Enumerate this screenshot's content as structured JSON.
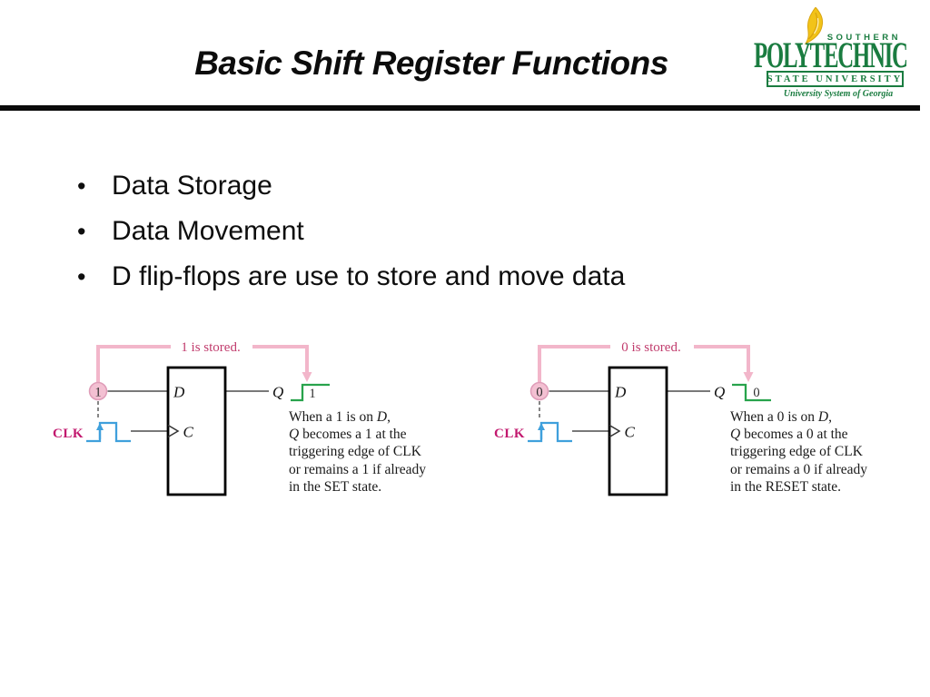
{
  "slide": {
    "title": "Basic Shift Register Functions",
    "bullet_char": "•",
    "bullets": [
      "Data Storage",
      "Data Movement",
      "D flip-flops are use to store and move data"
    ]
  },
  "logo": {
    "southern": "SOUTHERN",
    "polytechnic": "POLYTECHNIC",
    "state_university": "STATE UNIVERSITY",
    "tagline": "University System of Georgia",
    "flame_icon": "flame-icon"
  },
  "diagrams": [
    {
      "stored_label": "1 is stored.",
      "input_value": "1",
      "output_value": "1",
      "clk_label": "CLK",
      "d_label": "D",
      "c_label": "C",
      "q_label": "Q",
      "output_step": "rising",
      "description_lines": [
        "When a 1 is on D,",
        "Q becomes a 1 at the",
        "triggering edge of CLK",
        "or remains a 1 if already",
        "in the SET state."
      ]
    },
    {
      "stored_label": "0 is stored.",
      "input_value": "0",
      "output_value": "0",
      "clk_label": "CLK",
      "d_label": "D",
      "c_label": "C",
      "q_label": "Q",
      "output_step": "falling",
      "description_lines": [
        "When a 0 is on D,",
        "Q becomes a 0 at the",
        "triggering edge of CLK",
        "or remains a 0 if already",
        "in the RESET state."
      ]
    }
  ],
  "colors": {
    "green": "#1a7c40",
    "gold": "#f2c318",
    "gold-dark": "#d9a512",
    "pink-line": "#f2b6ca",
    "pink-text": "#c13c6d",
    "clk": "#c2186e",
    "blue": "#3fa0dc",
    "wave-green": "#28a34c",
    "wire": "#666666",
    "ink": "#1a1a1a"
  }
}
